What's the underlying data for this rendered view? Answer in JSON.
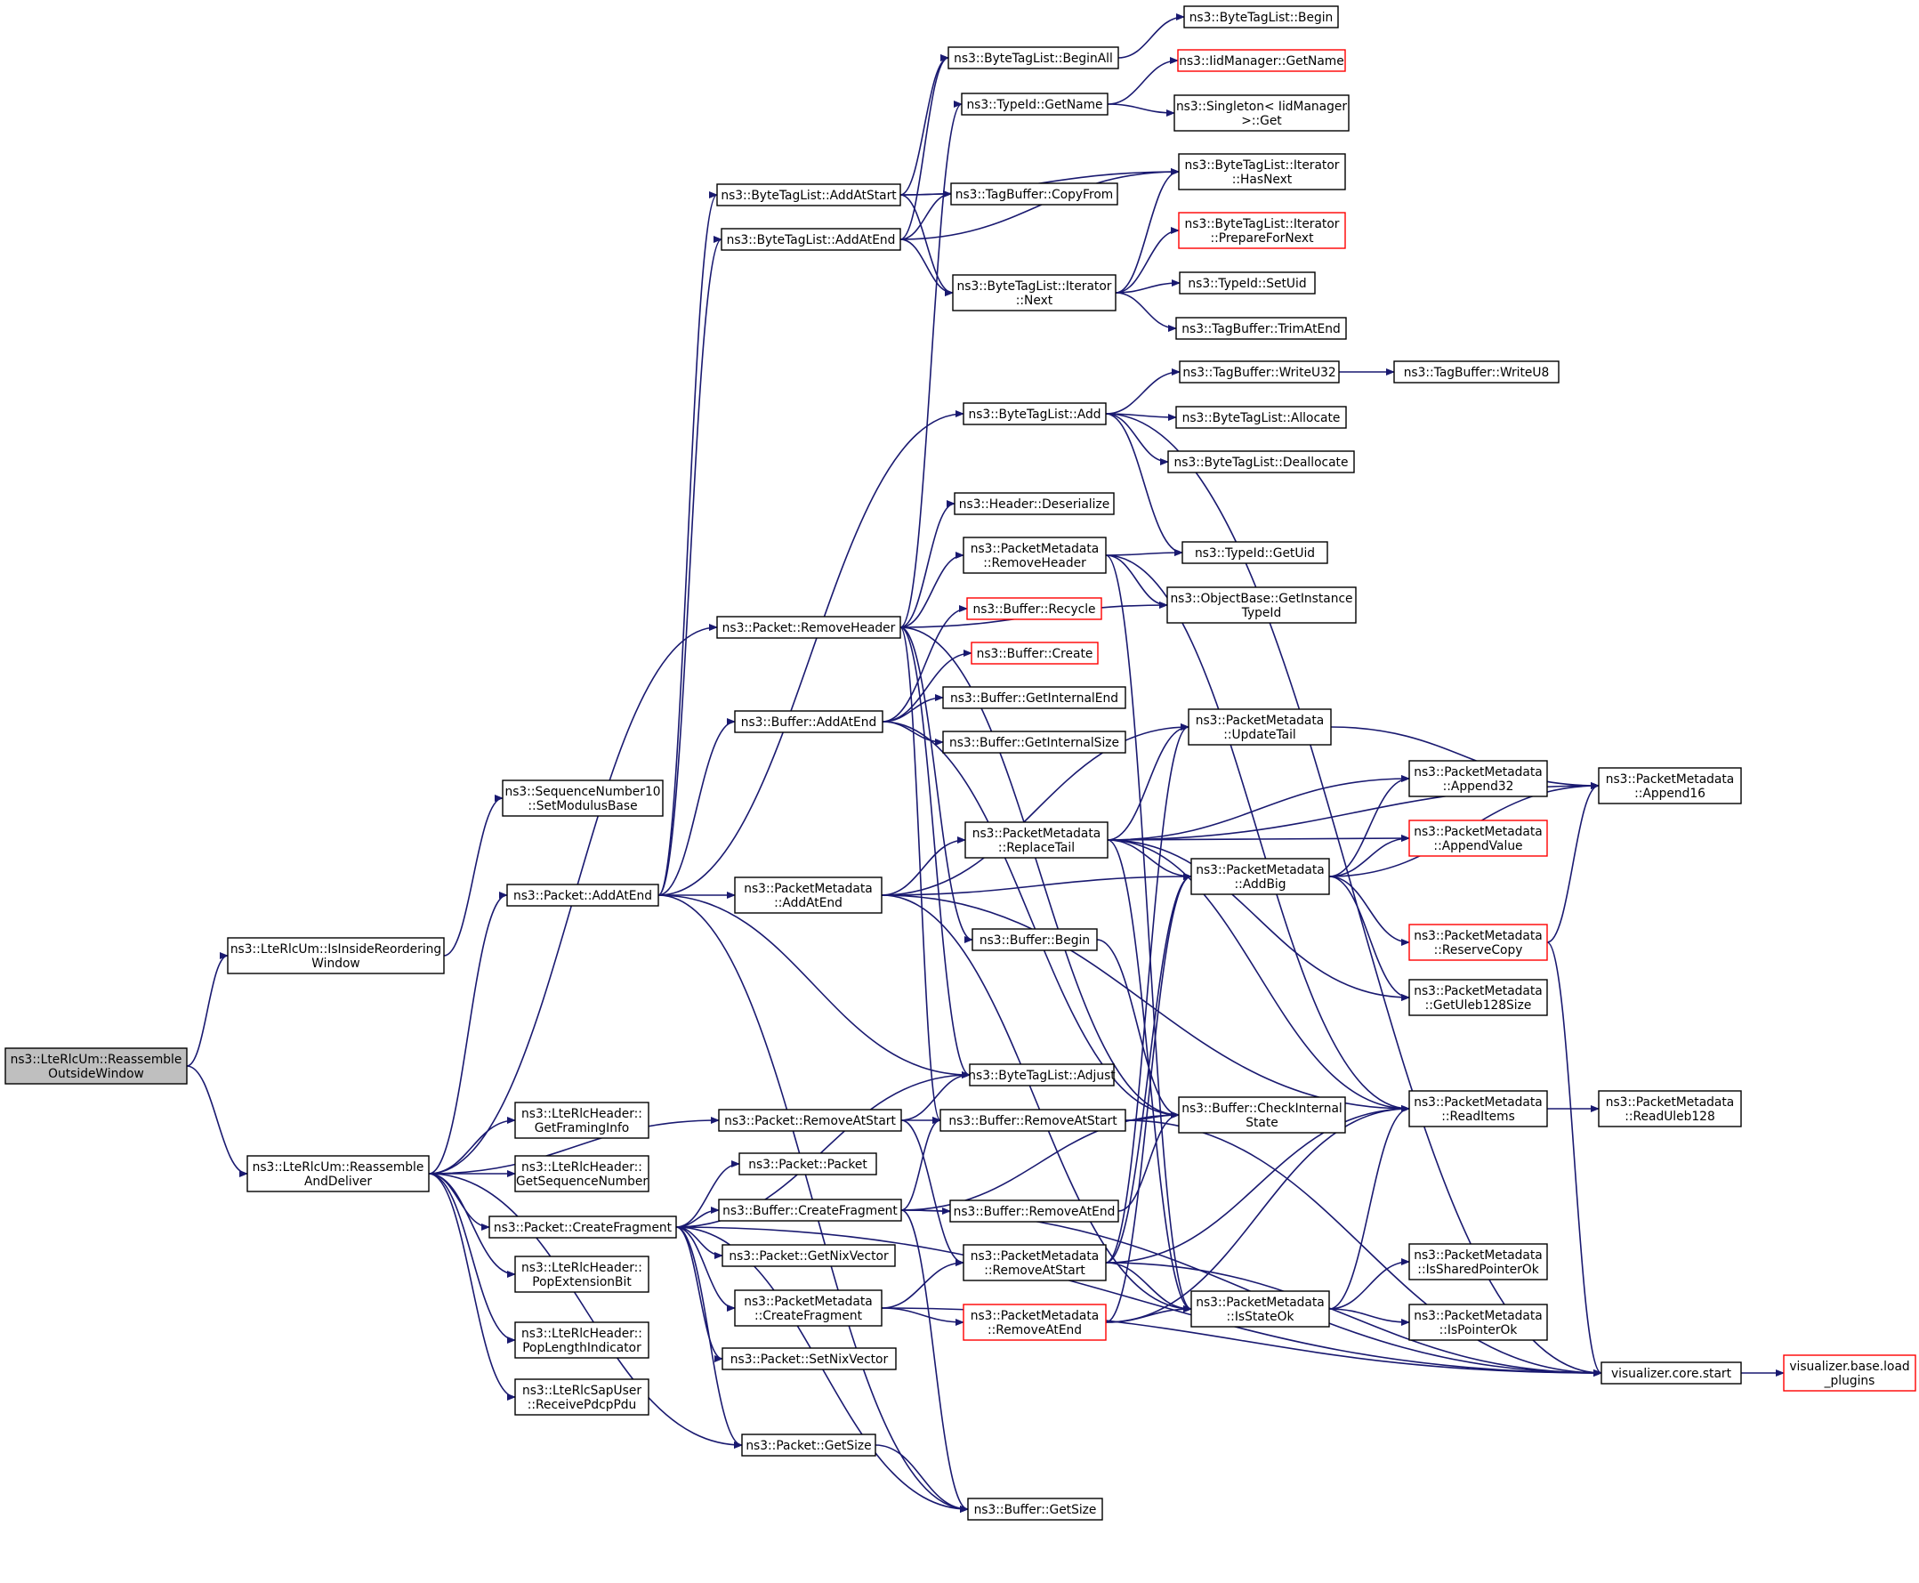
{
  "colors": {
    "edge": "#191970",
    "node_border": "#000000",
    "truncated_border": "#ff0000",
    "root_fill": "#bfbfbf",
    "background": "#ffffff"
  },
  "nodes": [
    {
      "id": "root",
      "lines": [
        "ns3::LteRlcUm::Reassemble",
        "OutsideWindow"
      ],
      "style": "root"
    },
    {
      "id": "isinside",
      "lines": [
        "ns3::LteRlcUm::IsInsideReordering",
        "Window"
      ]
    },
    {
      "id": "reasdeliver",
      "lines": [
        "ns3::LteRlcUm::Reassemble",
        "AndDeliver"
      ]
    },
    {
      "id": "seqmod",
      "lines": [
        "ns3::SequenceNumber10",
        "::SetModulusBase"
      ]
    },
    {
      "id": "pkt_addatend",
      "lines": [
        "ns3::Packet::AddAtEnd"
      ]
    },
    {
      "id": "getframing",
      "lines": [
        "ns3::LteRlcHeader::",
        "GetFramingInfo"
      ]
    },
    {
      "id": "getseq",
      "lines": [
        "ns3::LteRlcHeader::",
        "GetSequenceNumber"
      ]
    },
    {
      "id": "pkt_createfrag",
      "lines": [
        "ns3::Packet::CreateFragment"
      ]
    },
    {
      "id": "popext",
      "lines": [
        "ns3::LteRlcHeader::",
        "PopExtensionBit"
      ]
    },
    {
      "id": "poplen",
      "lines": [
        "ns3::LteRlcHeader::",
        "PopLengthIndicator"
      ]
    },
    {
      "id": "recvpdcp",
      "lines": [
        "ns3::LteRlcSapUser",
        "::ReceivePdcpPdu"
      ]
    },
    {
      "id": "btl_addatstart",
      "lines": [
        "ns3::ByteTagList::AddAtStart"
      ]
    },
    {
      "id": "btl_addatend",
      "lines": [
        "ns3::ByteTagList::AddAtEnd"
      ]
    },
    {
      "id": "pkt_removeheader",
      "lines": [
        "ns3::Packet::RemoveHeader"
      ]
    },
    {
      "id": "buf_addatend",
      "lines": [
        "ns3::Buffer::AddAtEnd"
      ]
    },
    {
      "id": "pm_addatend",
      "lines": [
        "ns3::PacketMetadata",
        "::AddAtEnd"
      ]
    },
    {
      "id": "pkt_removeatstart",
      "lines": [
        "ns3::Packet::RemoveAtStart"
      ]
    },
    {
      "id": "pkt_packet",
      "lines": [
        "ns3::Packet::Packet"
      ]
    },
    {
      "id": "buf_createfrag",
      "lines": [
        "ns3::Buffer::CreateFragment"
      ]
    },
    {
      "id": "pkt_getnix",
      "lines": [
        "ns3::Packet::GetNixVector"
      ]
    },
    {
      "id": "pm_createfrag",
      "lines": [
        "ns3::PacketMetadata",
        "::CreateFragment"
      ]
    },
    {
      "id": "pkt_setnix",
      "lines": [
        "ns3::Packet::SetNixVector"
      ]
    },
    {
      "id": "pkt_getsize",
      "lines": [
        "ns3::Packet::GetSize"
      ]
    },
    {
      "id": "btl_beginall",
      "lines": [
        "ns3::ByteTagList::BeginAll"
      ]
    },
    {
      "id": "typeid_getname",
      "lines": [
        "ns3::TypeId::GetName"
      ]
    },
    {
      "id": "tagbuf_copyfrom",
      "lines": [
        "ns3::TagBuffer::CopyFrom"
      ]
    },
    {
      "id": "btl_iter_next",
      "lines": [
        "ns3::ByteTagList::Iterator",
        "::Next"
      ]
    },
    {
      "id": "btl_add",
      "lines": [
        "ns3::ByteTagList::Add"
      ]
    },
    {
      "id": "hdr_deser",
      "lines": [
        "ns3::Header::Deserialize"
      ]
    },
    {
      "id": "pm_removeheader",
      "lines": [
        "ns3::PacketMetadata",
        "::RemoveHeader"
      ]
    },
    {
      "id": "buf_recycle",
      "lines": [
        "ns3::Buffer::Recycle"
      ],
      "style": "trunc"
    },
    {
      "id": "buf_create",
      "lines": [
        "ns3::Buffer::Create"
      ],
      "style": "trunc"
    },
    {
      "id": "buf_getintend",
      "lines": [
        "ns3::Buffer::GetInternalEnd"
      ]
    },
    {
      "id": "buf_getintsize",
      "lines": [
        "ns3::Buffer::GetInternalSize"
      ]
    },
    {
      "id": "pm_replacetail",
      "lines": [
        "ns3::PacketMetadata",
        "::ReplaceTail"
      ]
    },
    {
      "id": "buf_begin",
      "lines": [
        "ns3::Buffer::Begin"
      ]
    },
    {
      "id": "btl_adjust",
      "lines": [
        "ns3::ByteTagList::Adjust"
      ]
    },
    {
      "id": "buf_removeatstart",
      "lines": [
        "ns3::Buffer::RemoveAtStart"
      ]
    },
    {
      "id": "buf_removeatend",
      "lines": [
        "ns3::Buffer::RemoveAtEnd"
      ]
    },
    {
      "id": "pm_removeatstart",
      "lines": [
        "ns3::PacketMetadata",
        "::RemoveAtStart"
      ]
    },
    {
      "id": "pm_removeatend",
      "lines": [
        "ns3::PacketMetadata",
        "::RemoveAtEnd"
      ],
      "style": "trunc"
    },
    {
      "id": "buf_getsize",
      "lines": [
        "ns3::Buffer::GetSize"
      ]
    },
    {
      "id": "btl_begin",
      "lines": [
        "ns3::ByteTagList::Begin"
      ]
    },
    {
      "id": "iid_getname",
      "lines": [
        "ns3::IidManager::GetName"
      ],
      "style": "trunc"
    },
    {
      "id": "singleton_get",
      "lines": [
        "ns3::Singleton< IidManager",
        ">::Get"
      ]
    },
    {
      "id": "btl_iter_hasnext",
      "lines": [
        "ns3::ByteTagList::Iterator",
        "::HasNext"
      ]
    },
    {
      "id": "btl_iter_prep",
      "lines": [
        "ns3::ByteTagList::Iterator",
        "::PrepareForNext"
      ],
      "style": "trunc"
    },
    {
      "id": "typeid_setuid",
      "lines": [
        "ns3::TypeId::SetUid"
      ]
    },
    {
      "id": "tagbuf_trim",
      "lines": [
        "ns3::TagBuffer::TrimAtEnd"
      ]
    },
    {
      "id": "tagbuf_writeu32",
      "lines": [
        "ns3::TagBuffer::WriteU32"
      ]
    },
    {
      "id": "btl_allocate",
      "lines": [
        "ns3::ByteTagList::Allocate"
      ]
    },
    {
      "id": "btl_dealloc",
      "lines": [
        "ns3::ByteTagList::Deallocate"
      ]
    },
    {
      "id": "typeid_getuid",
      "lines": [
        "ns3::TypeId::GetUid"
      ]
    },
    {
      "id": "ob_getinst",
      "lines": [
        "ns3::ObjectBase::GetInstance",
        "TypeId"
      ]
    },
    {
      "id": "pm_updatetail",
      "lines": [
        "ns3::PacketMetadata",
        "::UpdateTail"
      ]
    },
    {
      "id": "pm_addbig",
      "lines": [
        "ns3::PacketMetadata",
        "::AddBig"
      ]
    },
    {
      "id": "buf_checkint",
      "lines": [
        "ns3::Buffer::CheckInternal",
        "State"
      ]
    },
    {
      "id": "pm_isstateok",
      "lines": [
        "ns3::PacketMetadata",
        "::IsStateOk"
      ]
    },
    {
      "id": "tagbuf_writeu8",
      "lines": [
        "ns3::TagBuffer::WriteU8"
      ]
    },
    {
      "id": "pm_append32",
      "lines": [
        "ns3::PacketMetadata",
        "::Append32"
      ]
    },
    {
      "id": "pm_appendvalue",
      "lines": [
        "ns3::PacketMetadata",
        "::AppendValue"
      ],
      "style": "trunc"
    },
    {
      "id": "pm_reservecopy",
      "lines": [
        "ns3::PacketMetadata",
        "::ReserveCopy"
      ],
      "style": "trunc"
    },
    {
      "id": "pm_getuleb",
      "lines": [
        "ns3::PacketMetadata",
        "::GetUleb128Size"
      ]
    },
    {
      "id": "pm_readitems",
      "lines": [
        "ns3::PacketMetadata",
        "::ReadItems"
      ]
    },
    {
      "id": "pm_issharedptr",
      "lines": [
        "ns3::PacketMetadata",
        "::IsSharedPointerOk"
      ]
    },
    {
      "id": "pm_isptrok",
      "lines": [
        "ns3::PacketMetadata",
        "::IsPointerOk"
      ]
    },
    {
      "id": "vis_core_start",
      "lines": [
        "visualizer.core.start"
      ]
    },
    {
      "id": "pm_append16",
      "lines": [
        "ns3::PacketMetadata",
        "::Append16"
      ]
    },
    {
      "id": "pm_readuleb",
      "lines": [
        "ns3::PacketMetadata",
        "::ReadUleb128"
      ]
    },
    {
      "id": "vis_load",
      "lines": [
        "visualizer.base.load",
        "_plugins"
      ],
      "style": "trunc"
    }
  ],
  "edges": [
    [
      "root",
      "isinside"
    ],
    [
      "root",
      "reasdeliver"
    ],
    [
      "isinside",
      "seqmod"
    ],
    [
      "reasdeliver",
      "pkt_addatend"
    ],
    [
      "reasdeliver",
      "getframing"
    ],
    [
      "reasdeliver",
      "getseq"
    ],
    [
      "reasdeliver",
      "pkt_createfrag"
    ],
    [
      "reasdeliver",
      "popext"
    ],
    [
      "reasdeliver",
      "poplen"
    ],
    [
      "reasdeliver",
      "recvpdcp"
    ],
    [
      "reasdeliver",
      "pkt_removeheader"
    ],
    [
      "reasdeliver",
      "pkt_removeatstart"
    ],
    [
      "reasdeliver",
      "pkt_getsize"
    ],
    [
      "pkt_addatend",
      "btl_addatstart"
    ],
    [
      "pkt_addatend",
      "btl_addatend"
    ],
    [
      "pkt_addatend",
      "btl_add"
    ],
    [
      "pkt_addatend",
      "buf_addatend"
    ],
    [
      "pkt_addatend",
      "pm_addatend"
    ],
    [
      "pkt_addatend",
      "btl_adjust"
    ],
    [
      "pkt_addatend",
      "buf_getsize"
    ],
    [
      "pkt_createfrag",
      "pkt_packet"
    ],
    [
      "pkt_createfrag",
      "buf_createfrag"
    ],
    [
      "pkt_createfrag",
      "pkt_getnix"
    ],
    [
      "pkt_createfrag",
      "pm_createfrag"
    ],
    [
      "pkt_createfrag",
      "pkt_setnix"
    ],
    [
      "pkt_createfrag",
      "pkt_getsize"
    ],
    [
      "pkt_createfrag",
      "btl_adjust"
    ],
    [
      "pkt_createfrag",
      "buf_getsize"
    ],
    [
      "pkt_createfrag",
      "vis_core_start"
    ],
    [
      "btl_addatstart",
      "btl_beginall"
    ],
    [
      "btl_addatstart",
      "tagbuf_copyfrom"
    ],
    [
      "btl_addatstart",
      "btl_iter_hasnext"
    ],
    [
      "btl_addatstart",
      "btl_iter_next"
    ],
    [
      "btl_addatend",
      "btl_beginall"
    ],
    [
      "btl_addatend",
      "tagbuf_copyfrom"
    ],
    [
      "btl_addatend",
      "btl_iter_hasnext"
    ],
    [
      "btl_addatend",
      "btl_iter_next"
    ],
    [
      "btl_beginall",
      "btl_begin"
    ],
    [
      "typeid_getname",
      "iid_getname"
    ],
    [
      "typeid_getname",
      "singleton_get"
    ],
    [
      "btl_iter_next",
      "btl_iter_hasnext"
    ],
    [
      "btl_iter_next",
      "btl_iter_prep"
    ],
    [
      "btl_iter_next",
      "typeid_setuid"
    ],
    [
      "btl_iter_next",
      "tagbuf_trim"
    ],
    [
      "btl_add",
      "tagbuf_writeu32"
    ],
    [
      "btl_add",
      "btl_allocate"
    ],
    [
      "btl_add",
      "btl_dealloc"
    ],
    [
      "btl_add",
      "typeid_getuid"
    ],
    [
      "btl_add",
      "vis_core_start"
    ],
    [
      "tagbuf_writeu32",
      "tagbuf_writeu8"
    ],
    [
      "pkt_removeheader",
      "typeid_getname"
    ],
    [
      "pkt_removeheader",
      "hdr_deser"
    ],
    [
      "pkt_removeheader",
      "pm_removeheader"
    ],
    [
      "pkt_removeheader",
      "ob_getinst"
    ],
    [
      "pkt_removeheader",
      "buf_begin"
    ],
    [
      "pkt_removeheader",
      "btl_adjust"
    ],
    [
      "pkt_removeheader",
      "buf_removeatstart"
    ],
    [
      "pkt_removeheader",
      "buf_checkint"
    ],
    [
      "pm_removeheader",
      "typeid_getuid"
    ],
    [
      "pm_removeheader",
      "ob_getinst"
    ],
    [
      "pm_removeheader",
      "pm_readitems"
    ],
    [
      "pm_removeheader",
      "pm_isstateok"
    ],
    [
      "buf_addatend",
      "buf_recycle"
    ],
    [
      "buf_addatend",
      "buf_create"
    ],
    [
      "buf_addatend",
      "buf_getintend"
    ],
    [
      "buf_addatend",
      "buf_getintsize"
    ],
    [
      "buf_addatend",
      "buf_checkint"
    ],
    [
      "pm_addatend",
      "pm_replacetail"
    ],
    [
      "pm_addatend",
      "pm_updatetail"
    ],
    [
      "pm_addatend",
      "pm_addbig"
    ],
    [
      "pm_addatend",
      "pm_readitems"
    ],
    [
      "pm_addatend",
      "pm_isstateok"
    ],
    [
      "pm_replacetail",
      "pm_append16"
    ],
    [
      "pm_replacetail",
      "pm_updatetail"
    ],
    [
      "pm_replacetail",
      "pm_append32"
    ],
    [
      "pm_replacetail",
      "pm_appendvalue"
    ],
    [
      "pm_replacetail",
      "pm_addbig"
    ],
    [
      "pm_replacetail",
      "pm_getuleb"
    ],
    [
      "pm_replacetail",
      "pm_readitems"
    ],
    [
      "pm_replacetail",
      "pm_isstateok"
    ],
    [
      "buf_begin",
      "buf_checkint"
    ],
    [
      "pkt_removeatstart",
      "btl_adjust"
    ],
    [
      "pkt_removeatstart",
      "buf_removeatstart"
    ],
    [
      "pkt_removeatstart",
      "pm_removeatstart"
    ],
    [
      "buf_removeatstart",
      "buf_checkint"
    ],
    [
      "buf_removeatstart",
      "vis_core_start"
    ],
    [
      "buf_createfrag",
      "buf_removeatstart"
    ],
    [
      "buf_createfrag",
      "buf_removeatend"
    ],
    [
      "buf_createfrag",
      "buf_checkint"
    ],
    [
      "buf_createfrag",
      "vis_core_start"
    ],
    [
      "buf_createfrag",
      "buf_getsize"
    ],
    [
      "buf_removeatend",
      "buf_checkint"
    ],
    [
      "pm_createfrag",
      "pm_removeatstart"
    ],
    [
      "pm_createfrag",
      "pm_removeatend"
    ],
    [
      "pm_createfrag",
      "vis_core_start"
    ],
    [
      "pm_removeatstart",
      "pm_updatetail"
    ],
    [
      "pm_removeatstart",
      "pm_addbig"
    ],
    [
      "pm_removeatstart",
      "pm_readitems"
    ],
    [
      "pm_removeatstart",
      "pm_isstateok"
    ],
    [
      "pm_removeatstart",
      "vis_core_start"
    ],
    [
      "pm_removeatend",
      "pm_addbig"
    ],
    [
      "pm_removeatend",
      "pm_readitems"
    ],
    [
      "pm_removeatend",
      "pm_isstateok"
    ],
    [
      "pm_addbig",
      "pm_append16"
    ],
    [
      "pm_addbig",
      "pm_append32"
    ],
    [
      "pm_addbig",
      "pm_appendvalue"
    ],
    [
      "pm_addbig",
      "pm_reservecopy"
    ],
    [
      "pm_addbig",
      "pm_getuleb"
    ],
    [
      "pm_updatetail",
      "pm_append16"
    ],
    [
      "pm_reservecopy",
      "pm_append16"
    ],
    [
      "pm_reservecopy",
      "vis_core_start"
    ],
    [
      "pm_isstateok",
      "pm_readitems"
    ],
    [
      "pm_isstateok",
      "pm_issharedptr"
    ],
    [
      "pm_isstateok",
      "pm_isptrok"
    ],
    [
      "pm_readitems",
      "pm_readuleb"
    ],
    [
      "pkt_getsize",
      "buf_getsize"
    ],
    [
      "vis_core_start",
      "vis_load"
    ]
  ]
}
